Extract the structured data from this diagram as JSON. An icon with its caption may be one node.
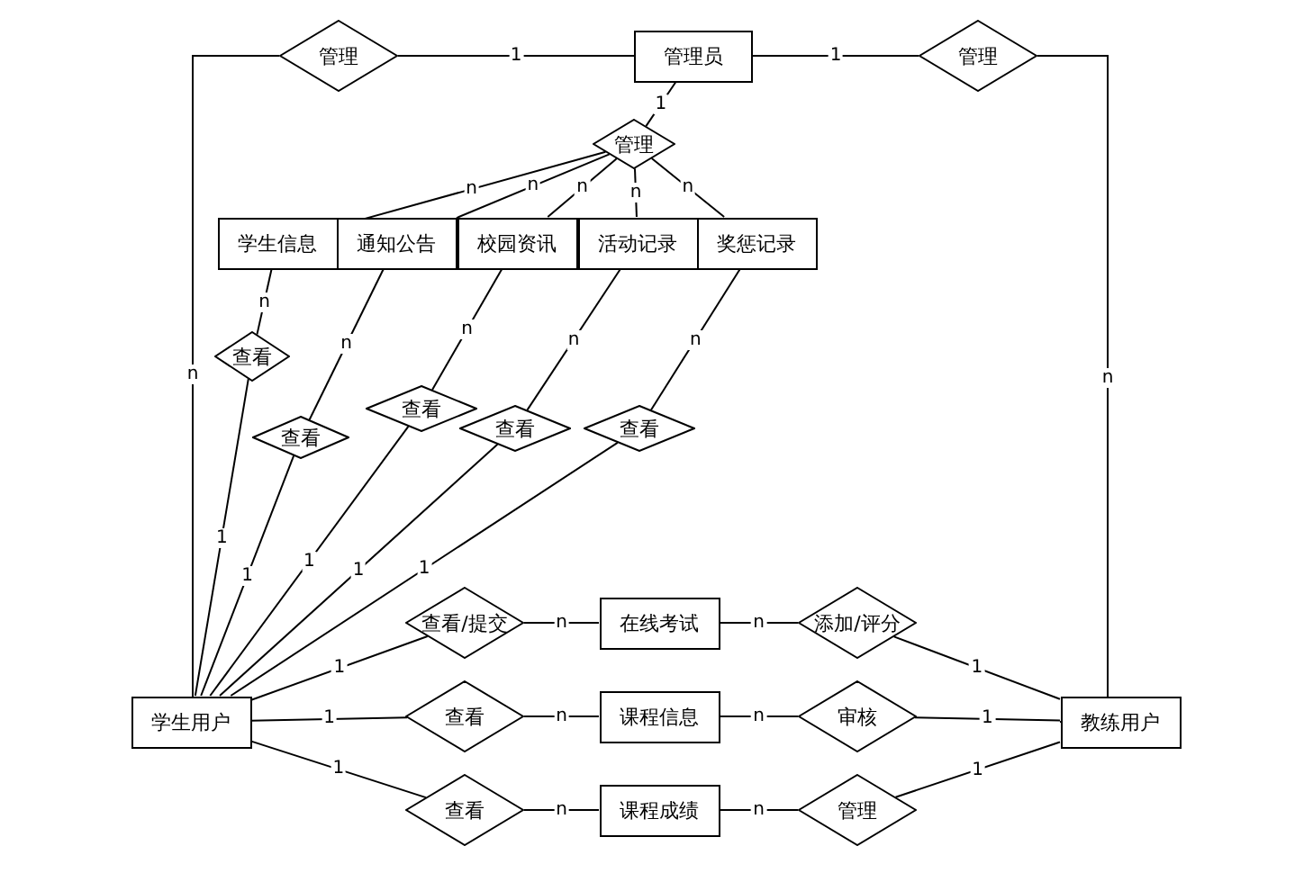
{
  "diagram": {
    "nodes": [
      {
        "text": [
          "管理"
        ]
      },
      {
        "text": [
          "管理员"
        ]
      },
      {
        "text": [
          "管理"
        ]
      },
      {
        "text": [
          "管理"
        ]
      },
      {
        "text": [
          "学生信息"
        ]
      },
      {
        "text": [
          "通知公告"
        ]
      },
      {
        "text": [
          "校园资讯"
        ]
      },
      {
        "text": [
          "活动记录"
        ]
      },
      {
        "text": [
          "奖惩记录"
        ]
      },
      {
        "text": [
          "查看"
        ]
      },
      {
        "text": [
          "查看"
        ]
      },
      {
        "text": [
          "查看"
        ]
      },
      {
        "text": [
          "查看"
        ]
      },
      {
        "text": [
          "查看"
        ]
      },
      {
        "text": [
          "学生用户"
        ]
      },
      {
        "text": [
          "教练用户"
        ]
      },
      {
        "text": [
          "查看/提交"
        ]
      },
      {
        "text": [
          "在线考试"
        ]
      },
      {
        "text": [
          "添加/评分"
        ]
      },
      {
        "text": [
          "查看"
        ]
      },
      {
        "text": [
          "课程信息"
        ]
      },
      {
        "text": [
          "审核"
        ]
      },
      {
        "text": [
          "查看"
        ]
      },
      {
        "text": [
          "课程成绩"
        ]
      },
      {
        "text": [
          "管理"
        ]
      }
    ],
    "edges": [
      {
        "from": 1,
        "to": 0,
        "arrow": "none",
        "label": "1"
      },
      {
        "from": 0,
        "to": 14,
        "arrow": "none",
        "label": "n"
      },
      {
        "from": 1,
        "to": 2,
        "arrow": "none",
        "label": "1"
      },
      {
        "from": 2,
        "to": 15,
        "arrow": "none",
        "label": "n"
      },
      {
        "from": 1,
        "to": 3,
        "arrow": "none",
        "label": "1"
      },
      {
        "from": 3,
        "to": 4,
        "arrow": "none",
        "label": "n"
      },
      {
        "from": 3,
        "to": 5,
        "arrow": "none",
        "label": "n"
      },
      {
        "from": 3,
        "to": 6,
        "arrow": "none",
        "label": "n"
      },
      {
        "from": 3,
        "to": 7,
        "arrow": "none",
        "label": "n"
      },
      {
        "from": 3,
        "to": 8,
        "arrow": "none",
        "label": "n"
      },
      {
        "from": 4,
        "to": 9,
        "arrow": "none",
        "label": "n"
      },
      {
        "from": 5,
        "to": 10,
        "arrow": "none",
        "label": "n"
      },
      {
        "from": 6,
        "to": 11,
        "arrow": "none",
        "label": "n"
      },
      {
        "from": 7,
        "to": 12,
        "arrow": "none",
        "label": "n"
      },
      {
        "from": 8,
        "to": 13,
        "arrow": "none",
        "label": "n"
      },
      {
        "from": 9,
        "to": 14,
        "arrow": "none",
        "label": "1"
      },
      {
        "from": 10,
        "to": 14,
        "arrow": "none",
        "label": "1"
      },
      {
        "from": 11,
        "to": 14,
        "arrow": "none",
        "label": "1"
      },
      {
        "from": 12,
        "to": 14,
        "arrow": "none",
        "label": "1"
      },
      {
        "from": 13,
        "to": 14,
        "arrow": "none",
        "label": "1"
      },
      {
        "from": 14,
        "to": 16,
        "arrow": "none",
        "label": "1"
      },
      {
        "from": 16,
        "to": 17,
        "arrow": "none",
        "label": "n"
      },
      {
        "from": 17,
        "to": 18,
        "arrow": "none",
        "label": "n"
      },
      {
        "from": 18,
        "to": 15,
        "arrow": "none",
        "label": "1"
      },
      {
        "from": 14,
        "to": 19,
        "arrow": "none",
        "label": "1"
      },
      {
        "from": 19,
        "to": 20,
        "arrow": "none",
        "label": "n"
      },
      {
        "from": 20,
        "to": 21,
        "arrow": "none",
        "label": "n"
      },
      {
        "from": 21,
        "to": 15,
        "arrow": "none",
        "label": "1"
      },
      {
        "from": 14,
        "to": 22,
        "arrow": "none",
        "label": "1"
      },
      {
        "from": 22,
        "to": 23,
        "arrow": "none",
        "label": "n"
      },
      {
        "from": 23,
        "to": 24,
        "arrow": "none",
        "label": "n"
      },
      {
        "from": 24,
        "to": 15,
        "arrow": "none",
        "label": "1"
      }
    ]
  }
}
